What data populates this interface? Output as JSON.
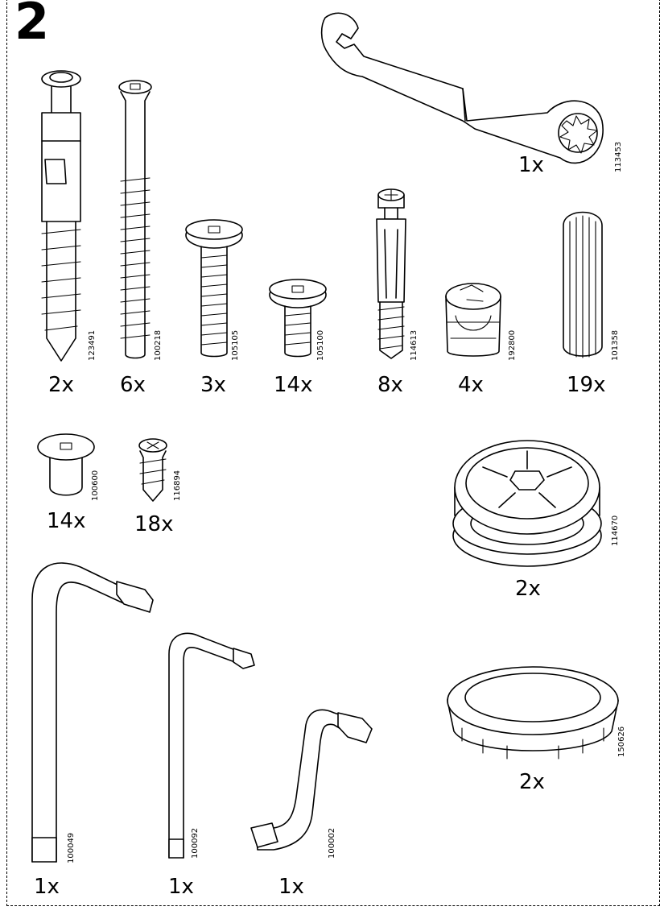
{
  "step_number": "2",
  "parts": [
    {
      "id": "wrench",
      "code": "113453",
      "qty": "1x"
    },
    {
      "id": "lag-screw",
      "code": "123491",
      "qty": "2x"
    },
    {
      "id": "long-screw",
      "code": "100218",
      "qty": "6x"
    },
    {
      "id": "bolt-long",
      "code": "105105",
      "qty": "3x"
    },
    {
      "id": "bolt-short",
      "code": "105100",
      "qty": "14x"
    },
    {
      "id": "cam-pin",
      "code": "114613",
      "qty": "8x"
    },
    {
      "id": "cam-lock",
      "code": "192800",
      "qty": "4x"
    },
    {
      "id": "dowel",
      "code": "101358",
      "qty": "19x"
    },
    {
      "id": "barrel-nut",
      "code": "100600",
      "qty": "14x"
    },
    {
      "id": "small-screw",
      "code": "116894",
      "qty": "18x"
    },
    {
      "id": "levelling-foot",
      "code": "114670",
      "qty": "2x"
    },
    {
      "id": "large-allen-key",
      "code": "100049",
      "qty": "1x"
    },
    {
      "id": "medium-allen-key",
      "code": "100092",
      "qty": "1x"
    },
    {
      "id": "z-allen-key",
      "code": "100002",
      "qty": "1x"
    },
    {
      "id": "cover-cap",
      "code": "150626",
      "qty": "2x"
    }
  ]
}
